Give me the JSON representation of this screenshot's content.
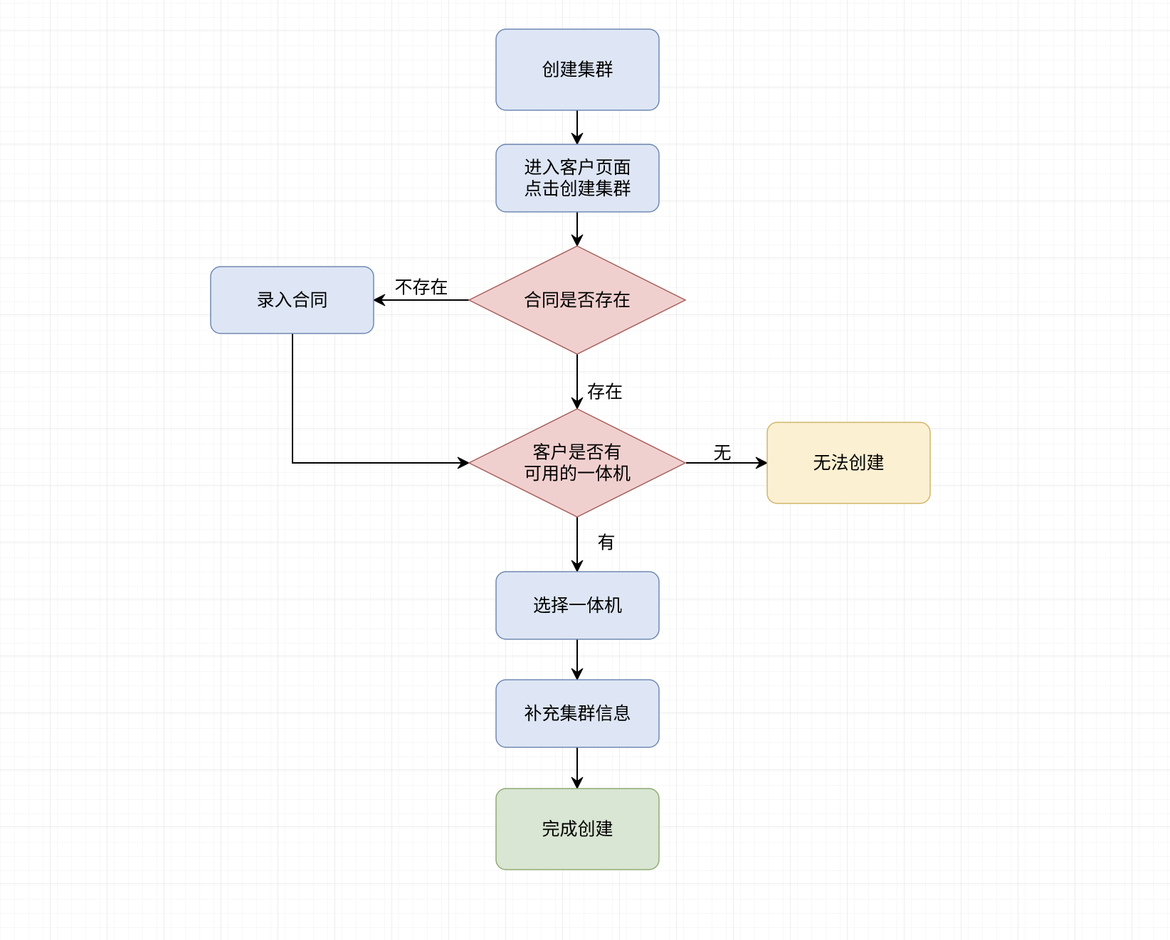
{
  "diagram": {
    "type": "flowchart",
    "colors": {
      "process_fill": "#dee6f5",
      "process_stroke": "#7088b3",
      "decision_fill": "#f0d0cf",
      "decision_stroke": "#a8625e",
      "warning_fill": "#fcf0d2",
      "warning_stroke": "#d0b56a",
      "end_fill": "#d9e6d3",
      "end_stroke": "#8fab72",
      "grid_minor": "#f1f1f1",
      "grid_major": "#dcdcdc"
    },
    "nodes": [
      {
        "id": "create_cluster",
        "shape": "rounded-rect",
        "style": "process",
        "lines": [
          "创建集群"
        ]
      },
      {
        "id": "enter_customer_page",
        "shape": "rounded-rect",
        "style": "process",
        "lines": [
          "进入客户页面",
          "点击创建集群"
        ]
      },
      {
        "id": "contract_exists",
        "shape": "diamond",
        "style": "decision",
        "lines": [
          "合同是否存在"
        ]
      },
      {
        "id": "enter_contract",
        "shape": "rounded-rect",
        "style": "process",
        "lines": [
          "录入合同"
        ]
      },
      {
        "id": "has_machine",
        "shape": "diamond",
        "style": "decision",
        "lines": [
          "客户是否有",
          "可用的一体机"
        ]
      },
      {
        "id": "cannot_create",
        "shape": "rounded-rect",
        "style": "warning",
        "lines": [
          "无法创建"
        ]
      },
      {
        "id": "select_machine",
        "shape": "rounded-rect",
        "style": "process",
        "lines": [
          "选择一体机"
        ]
      },
      {
        "id": "fill_cluster_info",
        "shape": "rounded-rect",
        "style": "process",
        "lines": [
          "补充集群信息"
        ]
      },
      {
        "id": "finish_create",
        "shape": "rounded-rect",
        "style": "end",
        "lines": [
          "完成创建"
        ]
      }
    ],
    "edges": [
      {
        "from": "create_cluster",
        "to": "enter_customer_page",
        "label": ""
      },
      {
        "from": "enter_customer_page",
        "to": "contract_exists",
        "label": ""
      },
      {
        "from": "contract_exists",
        "to": "enter_contract",
        "label": "不存在"
      },
      {
        "from": "contract_exists",
        "to": "has_machine",
        "label": "存在"
      },
      {
        "from": "enter_contract",
        "to": "has_machine",
        "label": ""
      },
      {
        "from": "has_machine",
        "to": "cannot_create",
        "label": "无"
      },
      {
        "from": "has_machine",
        "to": "select_machine",
        "label": "有"
      },
      {
        "from": "select_machine",
        "to": "fill_cluster_info",
        "label": ""
      },
      {
        "from": "fill_cluster_info",
        "to": "finish_create",
        "label": ""
      }
    ]
  }
}
